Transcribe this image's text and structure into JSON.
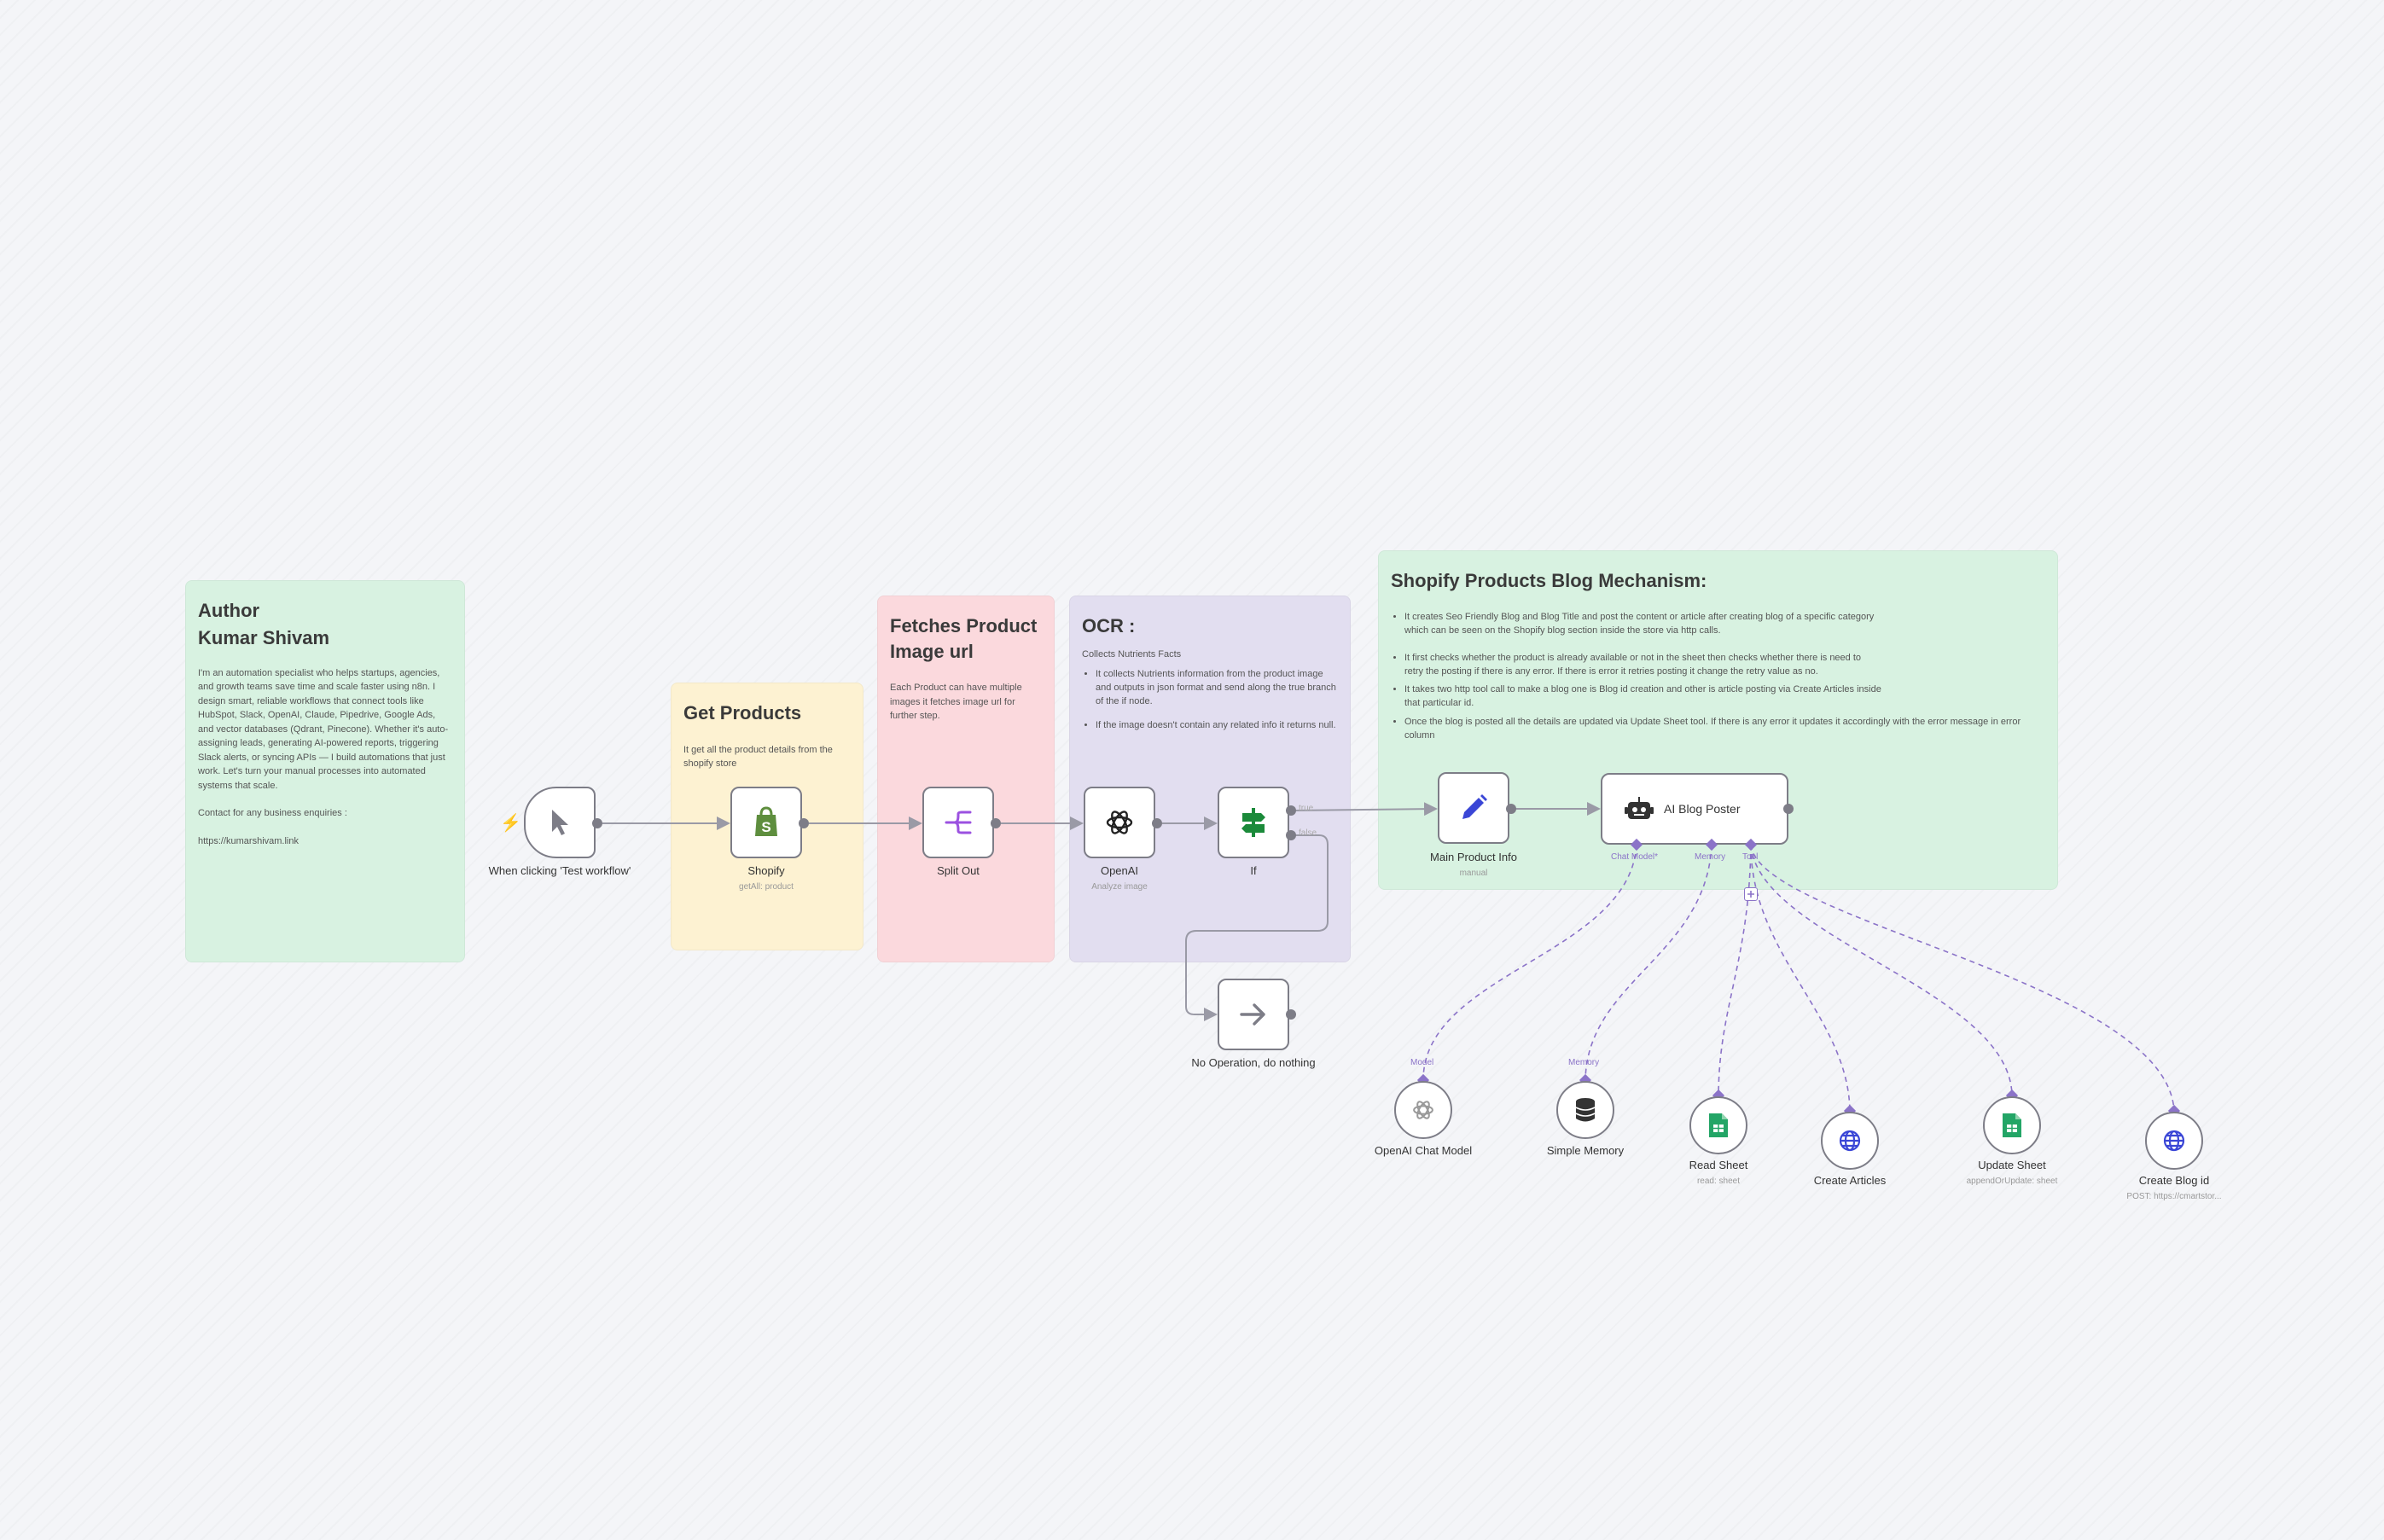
{
  "notes": {
    "author": {
      "title": "Author",
      "name": "Kumar Shivam",
      "bio": "I'm an automation specialist who helps startups, agencies, and growth teams save time and scale faster using n8n. I design smart, reliable workflows that connect tools like HubSpot, Slack, OpenAI, Claude, Pipedrive, Google Ads, and vector databases (Qdrant, Pinecone). Whether it's auto-assigning leads, generating AI-powered reports, triggering Slack alerts, or syncing APIs — I build automations that just work. Let's turn your manual processes into automated systems that scale.",
      "contact": "Contact for any business enquiries :",
      "link": "https://kumarshivam.link"
    },
    "get_products": {
      "title": "Get Products",
      "body": "It get all the product details from the shopify store"
    },
    "fetch_image": {
      "title": "Fetches Product Image url",
      "body": "Each Product can have multiple images it fetches image url for further step."
    },
    "ocr": {
      "title": "OCR :",
      "subtitle": "Collects Nutrients Facts",
      "bullets": [
        "It collects Nutrients information from the product image and outputs in json format and send along the true branch of the if node.",
        "If the image doesn't contain any related info it returns null."
      ]
    },
    "blog": {
      "title": "Shopify Products Blog Mechanism:",
      "bullets": [
        "It creates Seo Friendly Blog and Blog Title and post the content or article after creating blog of a specific category which can be seen on the Shopify blog section inside the store via http calls.",
        "It first checks whether the product is already available or not in the sheet then checks whether there is need to retry the posting if there is any error. If there is error it retries posting it change the retry value as no.",
        "It takes two http tool call to make a blog one is Blog id creation and other is article posting via Create Articles inside that particular id.",
        "Once the blog is posted all the details are updated via Update Sheet tool. If there is any error it updates it accordingly with the error message in error column"
      ]
    }
  },
  "nodes": {
    "trigger": {
      "label": "When clicking 'Test workflow'",
      "icon": "cursor-icon"
    },
    "shopify": {
      "label": "Shopify",
      "sub": "getAll: product",
      "icon": "shopify-icon",
      "color": "#5e8e3e"
    },
    "split": {
      "label": "Split Out",
      "icon": "split-icon",
      "color": "#9b51e0"
    },
    "openai": {
      "label": "OpenAI",
      "sub": "Analyze image",
      "icon": "openai-icon"
    },
    "if": {
      "label": "If",
      "icon": "if-icon",
      "color": "#1b8a3a",
      "true_label": "true",
      "false_label": "false"
    },
    "noop": {
      "label": "No Operation, do nothing",
      "icon": "arrow-right-icon"
    },
    "main_info": {
      "label": "Main Product Info",
      "sub": "manual",
      "icon": "pencil-icon",
      "color": "#3a46d6"
    },
    "agent": {
      "label": "AI Blog Poster",
      "icon": "robot-icon",
      "ports": {
        "chat": "Chat Model*",
        "memory": "Memory",
        "tool": "Tool"
      }
    },
    "chat_model": {
      "label": "OpenAI Chat Model",
      "port": "Model",
      "icon": "openai-icon"
    },
    "memory": {
      "label": "Simple Memory",
      "port": "Memory",
      "icon": "database-icon"
    },
    "read_sheet": {
      "label": "Read Sheet",
      "sub": "read: sheet",
      "icon": "sheets-icon",
      "color": "#23a566"
    },
    "create_articles": {
      "label": "Create Articles",
      "icon": "globe-icon",
      "color": "#3a46d6"
    },
    "update_sheet": {
      "label": "Update Sheet",
      "sub": "appendOrUpdate: sheet",
      "icon": "sheets-icon",
      "color": "#23a566"
    },
    "create_blog": {
      "label": "Create Blog id",
      "sub": "POST: https://cmartstor...",
      "icon": "globe-icon",
      "color": "#3a46d6"
    }
  },
  "colors": {
    "edge": "#9a9aa6",
    "ai_edge": "#8b73c8"
  }
}
